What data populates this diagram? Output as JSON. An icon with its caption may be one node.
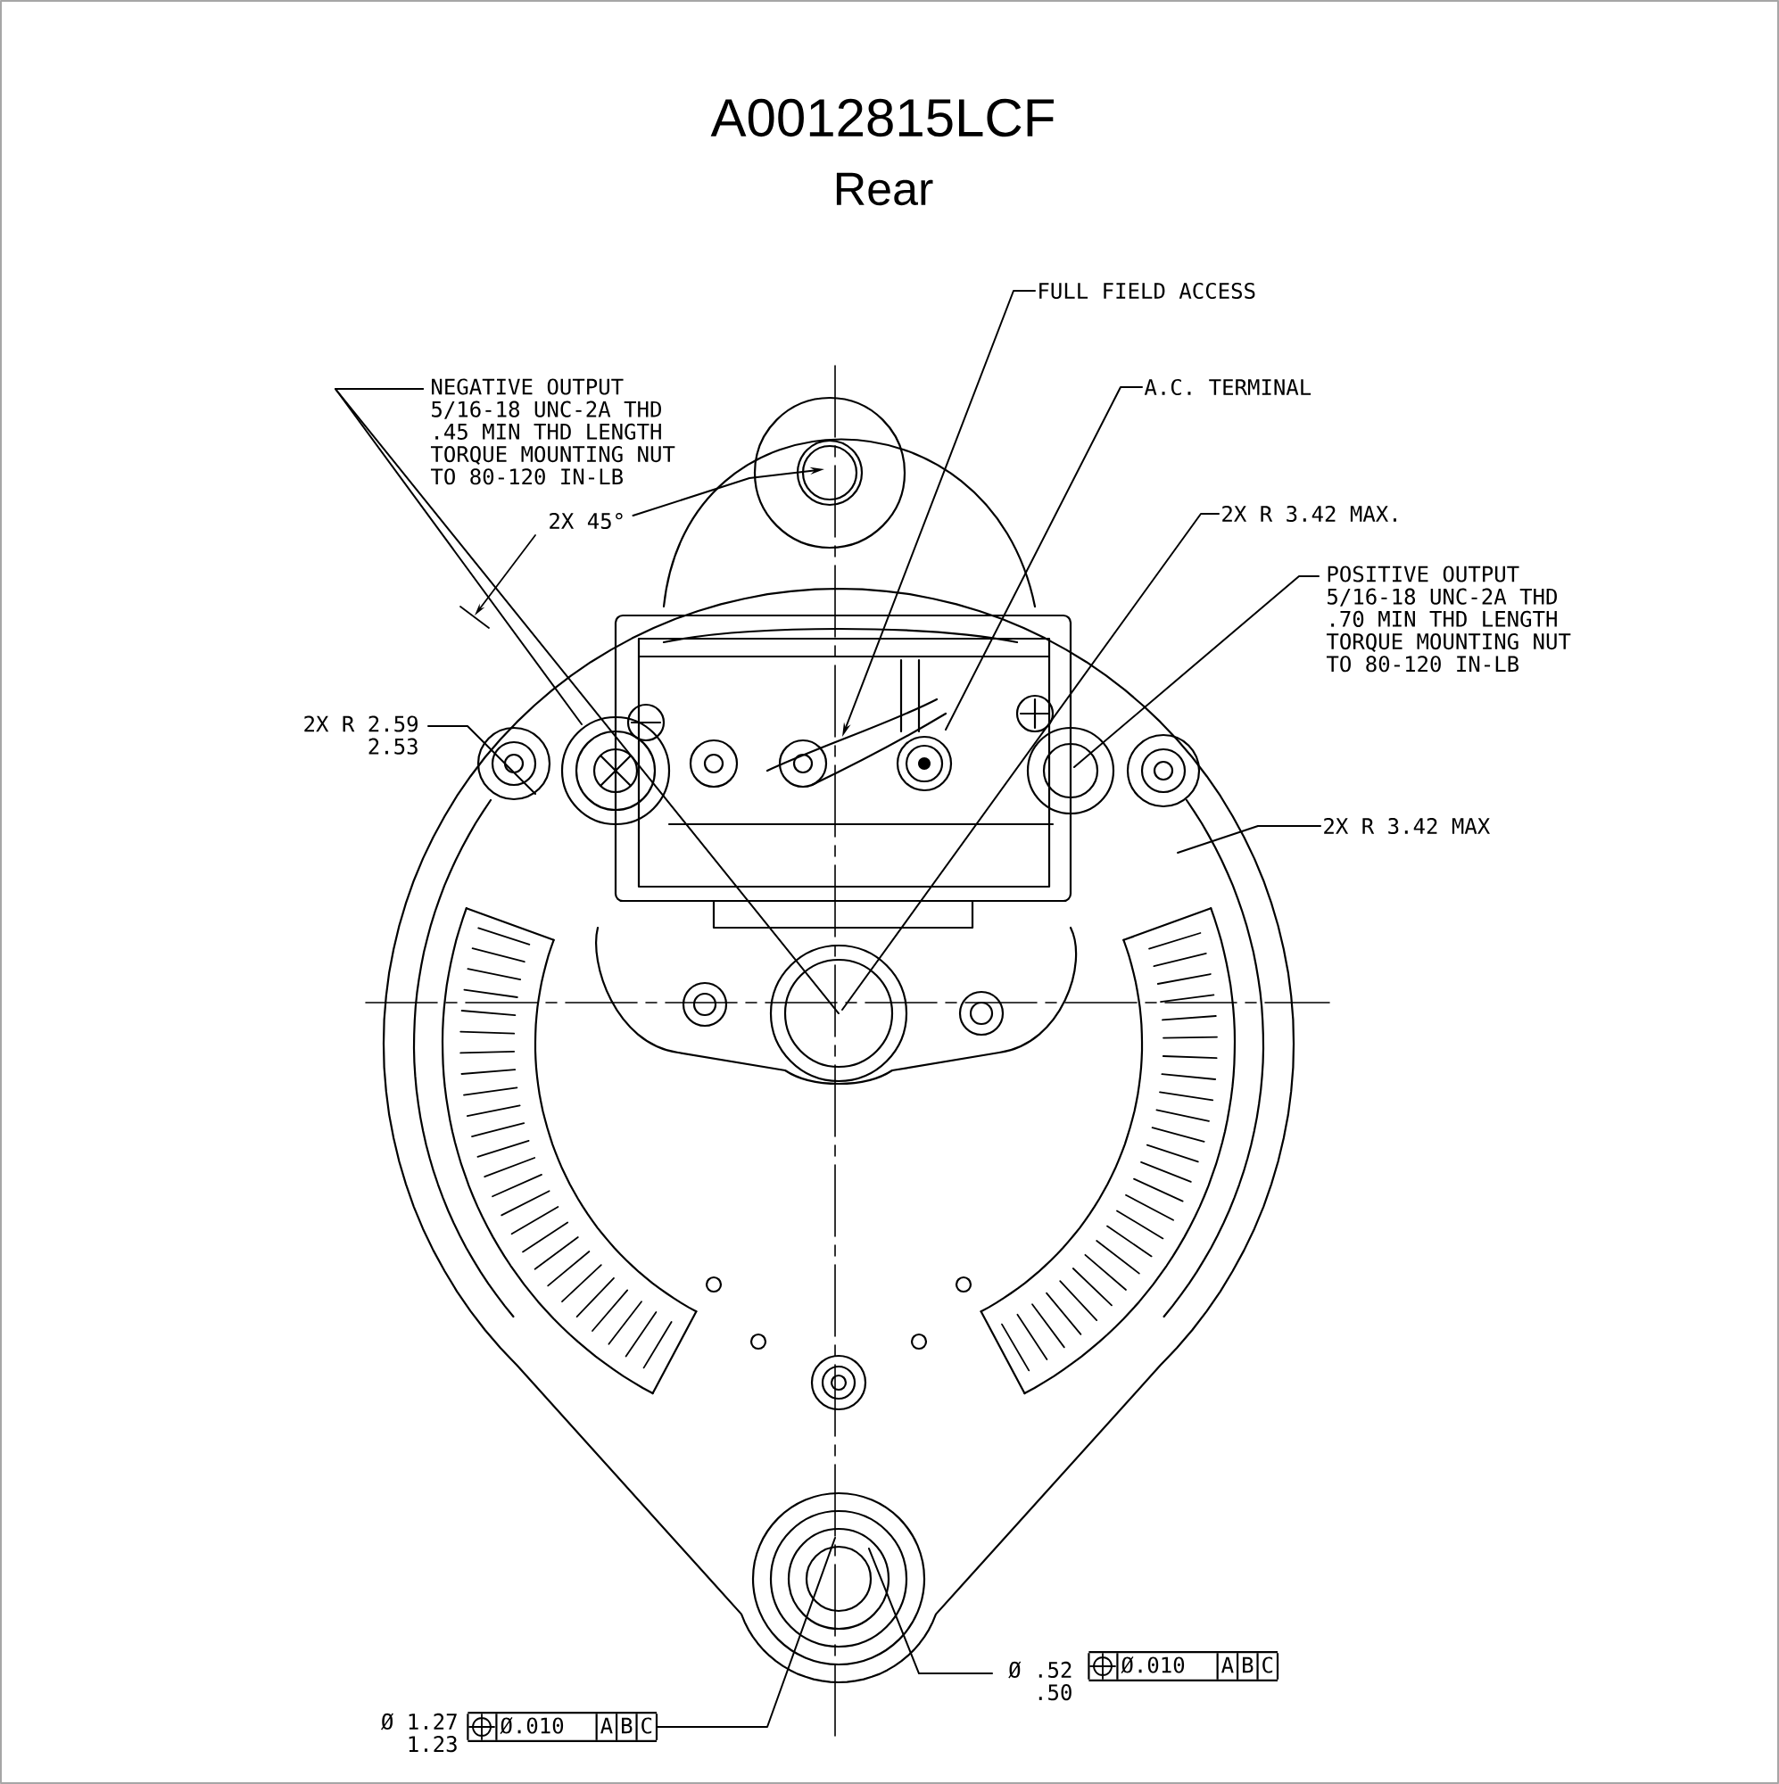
{
  "diagram": {
    "title": "A0012815LCF",
    "nodes": [
      {
        "text": [
          "NEGATIVE OUTPUT 5/16-18 UNC-2A THD .45 MIN THD LENGTH TORQUE MOUNTING NUT TO 80-120 IN-LB"
        ]
      },
      {
        "text": [
          "FULL FIELD ACCESS"
        ]
      },
      {
        "text": [
          "A.C. TERMINAL"
        ]
      },
      {
        "text": [
          "2X R 3.42 MAX."
        ]
      },
      {
        "text": [
          "POSITIVE OUTPUT 5/16-18 UNC-2A THD .70 MIN THD LENGTH TORQUE MOUNTING NUT TO 80-120 IN-LB"
        ]
      },
      {
        "text": [
          "2X 45°"
        ]
      },
      {
        "text": [
          "2X R 2.59 2.53"
        ]
      },
      {
        "text": [
          "2X R 3.42 MAX"
        ]
      },
      {
        "text": [
          "Ø .52 .50"
        ]
      },
      {
        "text": [
          "Ø.010",
          "A",
          "B",
          "C"
        ]
      },
      {
        "text": [
          "Ø.010",
          "A",
          "B",
          "C"
        ],
        "beside": [
          "Ø 1.27 1.23"
        ]
      }
    ],
    "edges": [
      {
        "from": 0,
        "to": null,
        "arrow": "none"
      },
      {
        "from": 0,
        "to": null,
        "arrow": "none"
      },
      {
        "from": 1,
        "to": null,
        "arrow": "to"
      },
      {
        "from": 2,
        "to": null,
        "arrow": "none"
      },
      {
        "from": 3,
        "to": null,
        "arrow": "none"
      },
      {
        "from": 4,
        "to": null,
        "arrow": "none"
      },
      {
        "from": 5,
        "to": null,
        "arrow": "to"
      },
      {
        "from": 6,
        "to": null,
        "arrow": "none"
      },
      {
        "from": 7,
        "to": null,
        "arrow": "none"
      },
      {
        "from": 8,
        "to": null,
        "arrow": "none"
      },
      {
        "from": 10,
        "to": null,
        "arrow": "none"
      }
    ],
    "labels": [
      "Rear"
    ]
  }
}
